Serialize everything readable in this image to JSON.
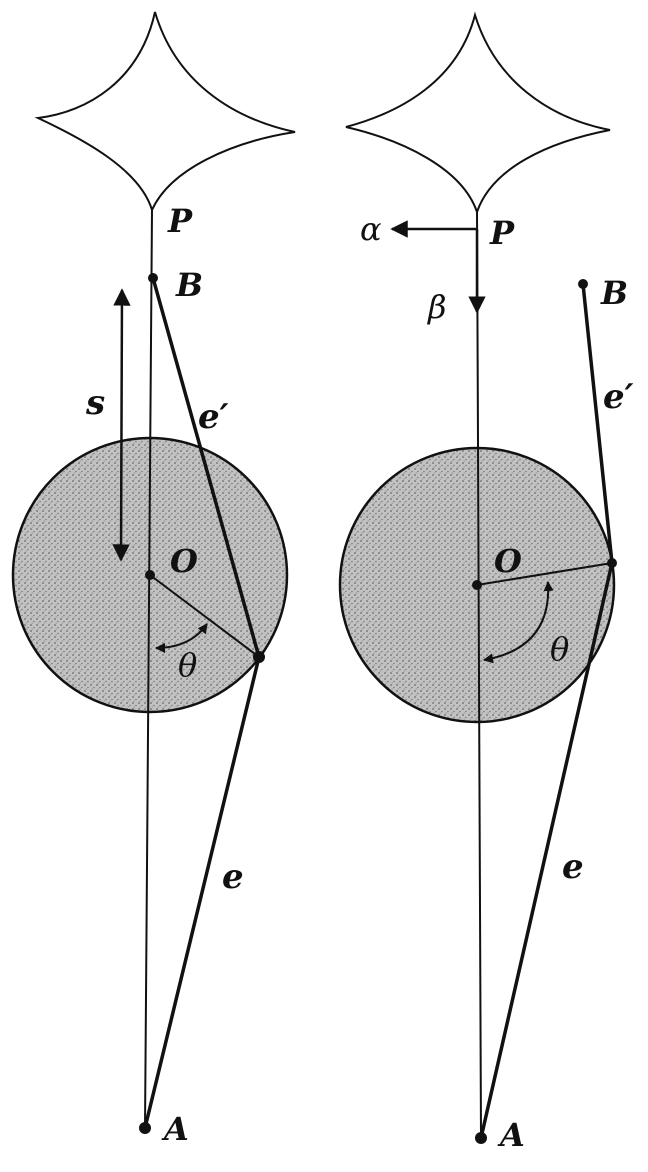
{
  "figure": {
    "left_panel": {
      "labels": {
        "P": "P",
        "B": "B",
        "O": "O",
        "A": "A",
        "s": "s",
        "e_prime": "e′",
        "e": "e",
        "theta": "θ"
      }
    },
    "right_panel": {
      "labels": {
        "P": "P",
        "B": "B",
        "O": "O",
        "A": "A",
        "alpha": "α",
        "beta": "β",
        "e_prime": "e′",
        "e": "e",
        "theta": "θ"
      }
    },
    "colors": {
      "ink": "#111111",
      "disk_fill": "#b4b4b4",
      "background": "#ffffff"
    }
  }
}
